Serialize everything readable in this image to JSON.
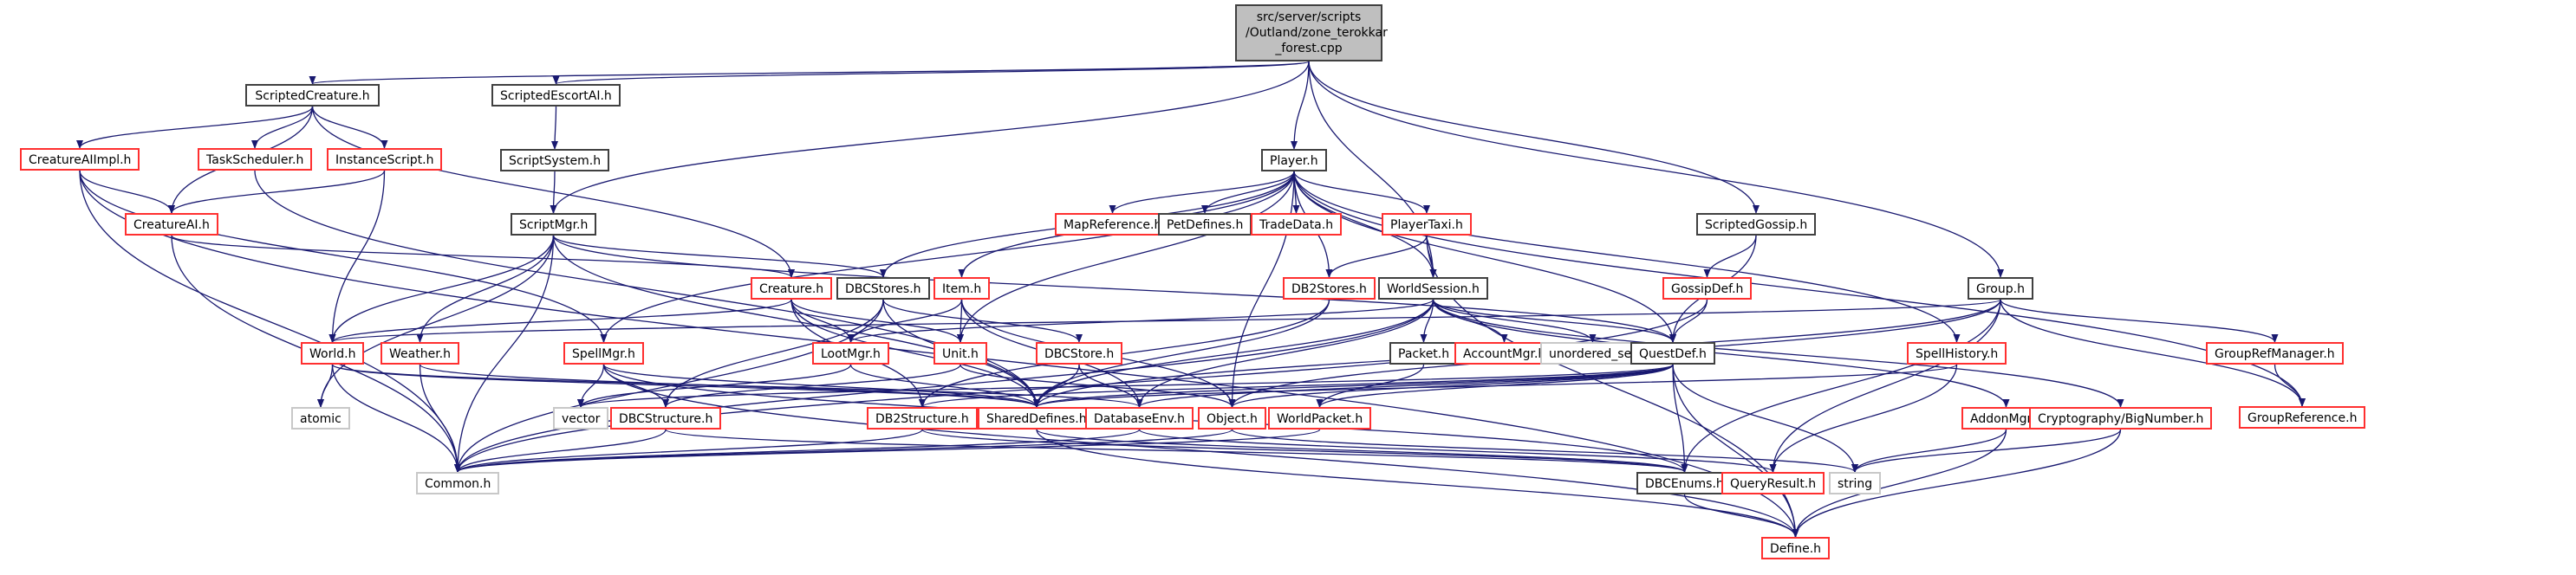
{
  "diagram": {
    "type": "include-dependency-graph",
    "root": {
      "id": "root",
      "label_lines": [
        "src/server/scripts",
        "/Outland/zone_terokkar",
        "_forest.cpp"
      ]
    },
    "legend_styles": {
      "root": "filled gray",
      "documented": "black border",
      "truncated": "red border",
      "system": "light gray border"
    },
    "colors": {
      "edge": "#191970",
      "documented_border": "#404040",
      "truncated_border": "#ff3030",
      "system_border": "#c8c8c8",
      "root_fill": "#bfbfbf"
    },
    "nodes": [
      {
        "id": "ScriptedCreature",
        "label": "ScriptedCreature.h",
        "style": "documented"
      },
      {
        "id": "ScriptedEscortAI",
        "label": "ScriptedEscortAI.h",
        "style": "documented"
      },
      {
        "id": "ScriptSystem",
        "label": "ScriptSystem.h",
        "style": "documented"
      },
      {
        "id": "Player",
        "label": "Player.h",
        "style": "documented"
      },
      {
        "id": "ScriptedGossip",
        "label": "ScriptedGossip.h",
        "style": "documented"
      },
      {
        "id": "Group",
        "label": "Group.h",
        "style": "documented"
      },
      {
        "id": "CreatureAIImpl",
        "label": "CreatureAIImpl.h",
        "style": "truncated"
      },
      {
        "id": "TaskScheduler",
        "label": "TaskScheduler.h",
        "style": "truncated"
      },
      {
        "id": "InstanceScript",
        "label": "InstanceScript.h",
        "style": "truncated"
      },
      {
        "id": "CreatureAI",
        "label": "CreatureAI.h",
        "style": "truncated"
      },
      {
        "id": "ScriptMgr",
        "label": "ScriptMgr.h",
        "style": "documented"
      },
      {
        "id": "MapReference",
        "label": "MapReference.h",
        "style": "truncated"
      },
      {
        "id": "PetDefines",
        "label": "PetDefines.h",
        "style": "documented"
      },
      {
        "id": "TradeData",
        "label": "TradeData.h",
        "style": "truncated"
      },
      {
        "id": "PlayerTaxi",
        "label": "PlayerTaxi.h",
        "style": "truncated"
      },
      {
        "id": "Creature",
        "label": "Creature.h",
        "style": "truncated"
      },
      {
        "id": "DBCStores",
        "label": "DBCStores.h",
        "style": "documented"
      },
      {
        "id": "Item",
        "label": "Item.h",
        "style": "truncated"
      },
      {
        "id": "DB2Stores",
        "label": "DB2Stores.h",
        "style": "truncated"
      },
      {
        "id": "WorldSession",
        "label": "WorldSession.h",
        "style": "documented"
      },
      {
        "id": "GossipDef",
        "label": "GossipDef.h",
        "style": "truncated"
      },
      {
        "id": "GroupRefManager",
        "label": "GroupRefManager.h",
        "style": "truncated"
      },
      {
        "id": "GroupReference",
        "label": "GroupReference.h",
        "style": "truncated"
      },
      {
        "id": "World",
        "label": "World.h",
        "style": "truncated"
      },
      {
        "id": "Weather",
        "label": "Weather.h",
        "style": "truncated"
      },
      {
        "id": "SpellMgr",
        "label": "SpellMgr.h",
        "style": "truncated"
      },
      {
        "id": "LootMgr",
        "label": "LootMgr.h",
        "style": "truncated"
      },
      {
        "id": "Unit",
        "label": "Unit.h",
        "style": "truncated"
      },
      {
        "id": "DBCStore",
        "label": "DBCStore.h",
        "style": "truncated"
      },
      {
        "id": "Packet",
        "label": "Packet.h",
        "style": "documented"
      },
      {
        "id": "AccountMgr",
        "label": "AccountMgr.h",
        "style": "truncated"
      },
      {
        "id": "unordered_set",
        "label": "unordered_set",
        "style": "system"
      },
      {
        "id": "QuestDef",
        "label": "QuestDef.h",
        "style": "documented"
      },
      {
        "id": "SpellHistory",
        "label": "SpellHistory.h",
        "style": "truncated"
      },
      {
        "id": "atomic",
        "label": "atomic",
        "style": "system"
      },
      {
        "id": "vector",
        "label": "vector",
        "style": "system"
      },
      {
        "id": "DBCStructure",
        "label": "DBCStructure.h",
        "style": "truncated"
      },
      {
        "id": "DB2Structure",
        "label": "DB2Structure.h",
        "style": "truncated"
      },
      {
        "id": "SharedDefines",
        "label": "SharedDefines.h",
        "style": "truncated"
      },
      {
        "id": "DatabaseEnv",
        "label": "DatabaseEnv.h",
        "style": "truncated"
      },
      {
        "id": "Object",
        "label": "Object.h",
        "style": "truncated"
      },
      {
        "id": "WorldPacket",
        "label": "WorldPacket.h",
        "style": "truncated"
      },
      {
        "id": "AddonMgr",
        "label": "AddonMgr.h",
        "style": "truncated"
      },
      {
        "id": "BigNumber",
        "label": "Cryptography/BigNumber.h",
        "style": "truncated"
      },
      {
        "id": "Common",
        "label": "Common.h",
        "style": "system"
      },
      {
        "id": "DBCEnums",
        "label": "DBCEnums.h",
        "style": "documented"
      },
      {
        "id": "QueryResult",
        "label": "QueryResult.h",
        "style": "truncated"
      },
      {
        "id": "string",
        "label": "string",
        "style": "system"
      },
      {
        "id": "Define",
        "label": "Define.h",
        "style": "truncated"
      }
    ],
    "edges": [
      [
        "root",
        "ScriptedCreature"
      ],
      [
        "root",
        "ScriptedEscortAI"
      ],
      [
        "root",
        "ScriptMgr"
      ],
      [
        "root",
        "Player"
      ],
      [
        "root",
        "WorldSession"
      ],
      [
        "root",
        "ScriptedGossip"
      ],
      [
        "root",
        "Group"
      ],
      [
        "ScriptedCreature",
        "CreatureAIImpl"
      ],
      [
        "ScriptedCreature",
        "CreatureAI"
      ],
      [
        "ScriptedCreature",
        "TaskScheduler"
      ],
      [
        "ScriptedCreature",
        "InstanceScript"
      ],
      [
        "ScriptedCreature",
        "Creature"
      ],
      [
        "ScriptedEscortAI",
        "ScriptSystem"
      ],
      [
        "ScriptSystem",
        "ScriptMgr"
      ],
      [
        "CreatureAIImpl",
        "CreatureAI"
      ],
      [
        "CreatureAIImpl",
        "Common"
      ],
      [
        "CreatureAIImpl",
        "Define"
      ],
      [
        "CreatureAIImpl",
        "SpellMgr"
      ],
      [
        "TaskScheduler",
        "SharedDefines"
      ],
      [
        "InstanceScript",
        "CreatureAI"
      ],
      [
        "InstanceScript",
        "World"
      ],
      [
        "CreatureAI",
        "Creature"
      ],
      [
        "CreatureAI",
        "Common"
      ],
      [
        "ScriptMgr",
        "World"
      ],
      [
        "ScriptMgr",
        "Weather"
      ],
      [
        "ScriptMgr",
        "DBCStores"
      ],
      [
        "ScriptMgr",
        "Common"
      ],
      [
        "ScriptMgr",
        "atomic"
      ],
      [
        "ScriptMgr",
        "SharedDefines"
      ],
      [
        "ScriptMgr",
        "QuestDef"
      ],
      [
        "Player",
        "MapReference"
      ],
      [
        "Player",
        "PetDefines"
      ],
      [
        "Player",
        "TradeData"
      ],
      [
        "Player",
        "PlayerTaxi"
      ],
      [
        "Player",
        "WorldSession"
      ],
      [
        "Player",
        "DBCStores"
      ],
      [
        "Player",
        "Item"
      ],
      [
        "Player",
        "DB2Stores"
      ],
      [
        "Player",
        "SpellMgr"
      ],
      [
        "Player",
        "Unit"
      ],
      [
        "Player",
        "QuestDef"
      ],
      [
        "Player",
        "SpellHistory"
      ],
      [
        "Player",
        "GroupReference"
      ],
      [
        "Player",
        "Object"
      ],
      [
        "PlayerTaxi",
        "DB2Stores"
      ],
      [
        "PlayerTaxi",
        "WorldSession"
      ],
      [
        "PlayerTaxi",
        "Define"
      ],
      [
        "Creature",
        "LootMgr"
      ],
      [
        "Creature",
        "Unit"
      ],
      [
        "Creature",
        "World"
      ],
      [
        "Creature",
        "SharedDefines"
      ],
      [
        "Creature",
        "DB2Structure"
      ],
      [
        "DBCStores",
        "DBCStore"
      ],
      [
        "DBCStores",
        "DBCStructure"
      ],
      [
        "DBCStores",
        "SharedDefines"
      ],
      [
        "DBCStores",
        "Common"
      ],
      [
        "Item",
        "LootMgr"
      ],
      [
        "Item",
        "Unit"
      ],
      [
        "Item",
        "DatabaseEnv"
      ],
      [
        "Item",
        "Object"
      ],
      [
        "DB2Stores",
        "SharedDefines"
      ],
      [
        "DB2Stores",
        "DB2Structure"
      ],
      [
        "WorldSession",
        "Packet"
      ],
      [
        "WorldSession",
        "AccountMgr"
      ],
      [
        "WorldSession",
        "unordered_set"
      ],
      [
        "WorldSession",
        "QuestDef"
      ],
      [
        "WorldSession",
        "Common"
      ],
      [
        "WorldSession",
        "SharedDefines"
      ],
      [
        "WorldSession",
        "DatabaseEnv"
      ],
      [
        "WorldSession",
        "AddonMgr"
      ],
      [
        "WorldSession",
        "BigNumber"
      ],
      [
        "WorldSession",
        "LootMgr"
      ],
      [
        "ScriptedGossip",
        "GossipDef"
      ],
      [
        "ScriptedGossip",
        "QuestDef"
      ],
      [
        "GossipDef",
        "QuestDef"
      ],
      [
        "GossipDef",
        "Common"
      ],
      [
        "Group",
        "GroupRefManager"
      ],
      [
        "Group",
        "GroupReference"
      ],
      [
        "Group",
        "QueryResult"
      ],
      [
        "Group",
        "SharedDefines"
      ],
      [
        "Group",
        "DBCEnums"
      ],
      [
        "Group",
        "World"
      ],
      [
        "Group",
        "Object"
      ],
      [
        "GroupRefManager",
        "GroupReference"
      ],
      [
        "World",
        "atomic"
      ],
      [
        "World",
        "Common"
      ],
      [
        "World",
        "SharedDefines"
      ],
      [
        "World",
        "DatabaseEnv"
      ],
      [
        "Weather",
        "Common"
      ],
      [
        "Weather",
        "SharedDefines"
      ],
      [
        "SpellMgr",
        "vector"
      ],
      [
        "SpellMgr",
        "DBCStructure"
      ],
      [
        "SpellMgr",
        "SharedDefines"
      ],
      [
        "SpellMgr",
        "Define"
      ],
      [
        "SpellMgr",
        "DBCEnums"
      ],
      [
        "LootMgr",
        "SharedDefines"
      ],
      [
        "LootMgr",
        "vector"
      ],
      [
        "Unit",
        "Object"
      ],
      [
        "Unit",
        "DBCStructure"
      ],
      [
        "DBCStore",
        "SharedDefines"
      ],
      [
        "DBCStore",
        "DatabaseEnv"
      ],
      [
        "Packet",
        "WorldPacket"
      ],
      [
        "QuestDef",
        "SharedDefines"
      ],
      [
        "QuestDef",
        "DatabaseEnv"
      ],
      [
        "QuestDef",
        "DBCEnums"
      ],
      [
        "QuestDef",
        "string"
      ],
      [
        "QuestDef",
        "Define"
      ],
      [
        "QuestDef",
        "vector"
      ],
      [
        "QuestDef",
        "Object"
      ],
      [
        "QuestDef",
        "WorldPacket"
      ],
      [
        "QuestDef",
        "DB2Structure"
      ],
      [
        "SpellHistory",
        "SharedDefines"
      ],
      [
        "SpellHistory",
        "QueryResult"
      ],
      [
        "DBCStructure",
        "Common"
      ],
      [
        "DBCStructure",
        "DBCEnums"
      ],
      [
        "DB2Structure",
        "Common"
      ],
      [
        "DB2Structure",
        "DBCEnums"
      ],
      [
        "SharedDefines",
        "Define"
      ],
      [
        "SharedDefines",
        "DBCEnums"
      ],
      [
        "DatabaseEnv",
        "QueryResult"
      ],
      [
        "DatabaseEnv",
        "Common"
      ],
      [
        "Object",
        "Common"
      ],
      [
        "Object",
        "string"
      ],
      [
        "WorldPacket",
        "Common"
      ],
      [
        "AddonMgr",
        "string"
      ],
      [
        "AddonMgr",
        "Define"
      ],
      [
        "BigNumber",
        "string"
      ],
      [
        "BigNumber",
        "Define"
      ],
      [
        "DBCEnums",
        "Define"
      ]
    ]
  }
}
